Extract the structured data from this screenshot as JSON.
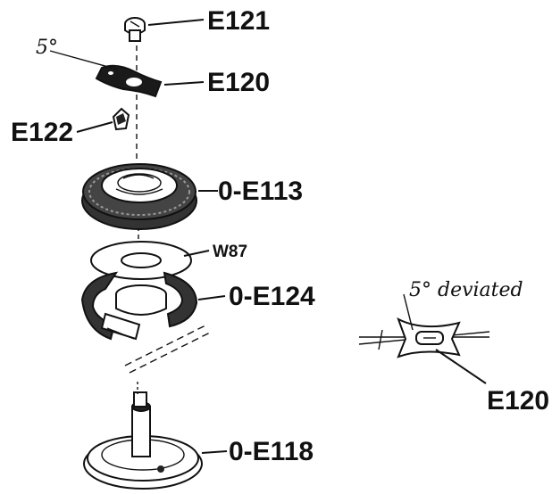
{
  "parts": {
    "e121": "E121",
    "e120": "E120",
    "e122": "E122",
    "oe113": "0-E113",
    "w87": "W87",
    "oe124": "0-E124",
    "oe118": "0-E118"
  },
  "annotations": {
    "angle_top": "5°",
    "detail_note": "5° deviated",
    "detail_part": "E120"
  }
}
